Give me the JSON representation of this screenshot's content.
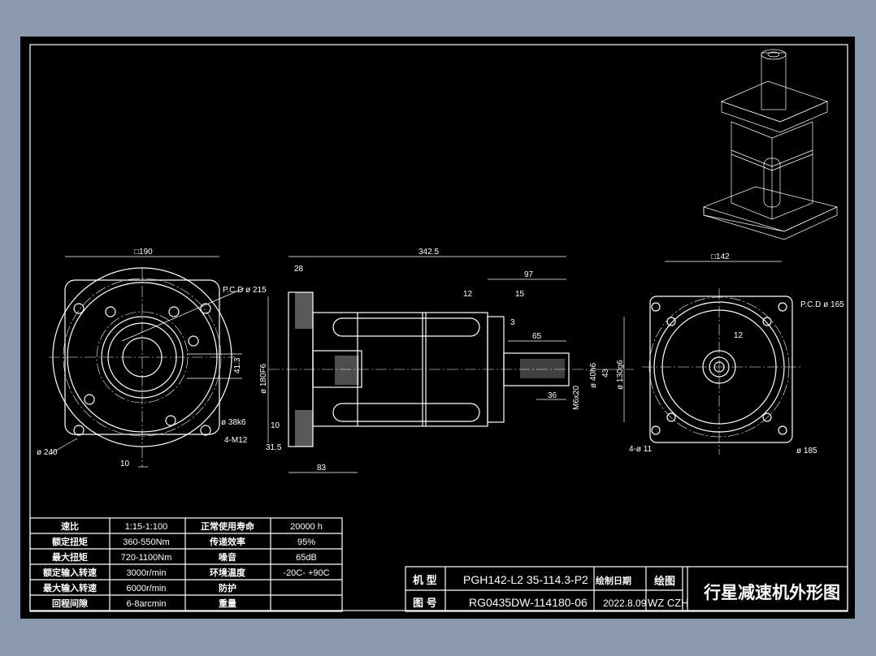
{
  "drawing": {
    "left_view": {
      "square": "□190",
      "pcd": "P.C.D ø 215",
      "outer_dia": "ø 240",
      "hole_dia": "ø 38k6",
      "bolts": "4-M12",
      "key_height": "41.3",
      "key_width": "10"
    },
    "side_view": {
      "length": "342.5",
      "flange_thk": "28",
      "shaft_len": "97",
      "d12": "12",
      "d15": "15",
      "d3": "3",
      "d65": "65",
      "d36": "36",
      "thread": "M6x20",
      "shaft_dia": "ø 40h6",
      "d43": "43",
      "pilot": "ø 130g6",
      "motor_pilot": "ø 180F6",
      "d10": "10",
      "d31_5": "31.5",
      "d83": "83"
    },
    "right_view": {
      "square": "□142",
      "pcd": "P.C.D ø 165",
      "holes": "4-ø 11",
      "outer_dia": "ø 185",
      "key": "12"
    }
  },
  "spec_table": {
    "rows": [
      {
        "k1": "速比",
        "v1": "1:15-1:100",
        "k2": "正常使用寿命",
        "v2": "20000  h"
      },
      {
        "k1": "额定扭矩",
        "v1": "360-550Nm",
        "k2": "传递效率",
        "v2": "95%"
      },
      {
        "k1": "最大扭矩",
        "v1": "720-1100Nm",
        "k2": "噪音",
        "v2": "65dB"
      },
      {
        "k1": "额定输入转速",
        "v1": "3000r/min",
        "k2": "环境温度",
        "v2": "-20C-  +90C"
      },
      {
        "k1": "最大输入转速",
        "v1": "6000r/min",
        "k2": "防护",
        "v2": ""
      },
      {
        "k1": "回程间隙",
        "v1": "6-8arcmin",
        "k2": "重量",
        "v2": ""
      }
    ]
  },
  "title_block": {
    "model_label": "机 型",
    "model_value": "PGH142-L2  35-114.3-P2",
    "drawing_no_label": "图 号",
    "drawing_no_value": "RG0435DW-114180-06",
    "date_label": "绘制日期",
    "date_value": "2022.8.09",
    "drawer_label": "绘图",
    "drawer_value": "WZ CZH",
    "title": "行星减速机外形图"
  }
}
